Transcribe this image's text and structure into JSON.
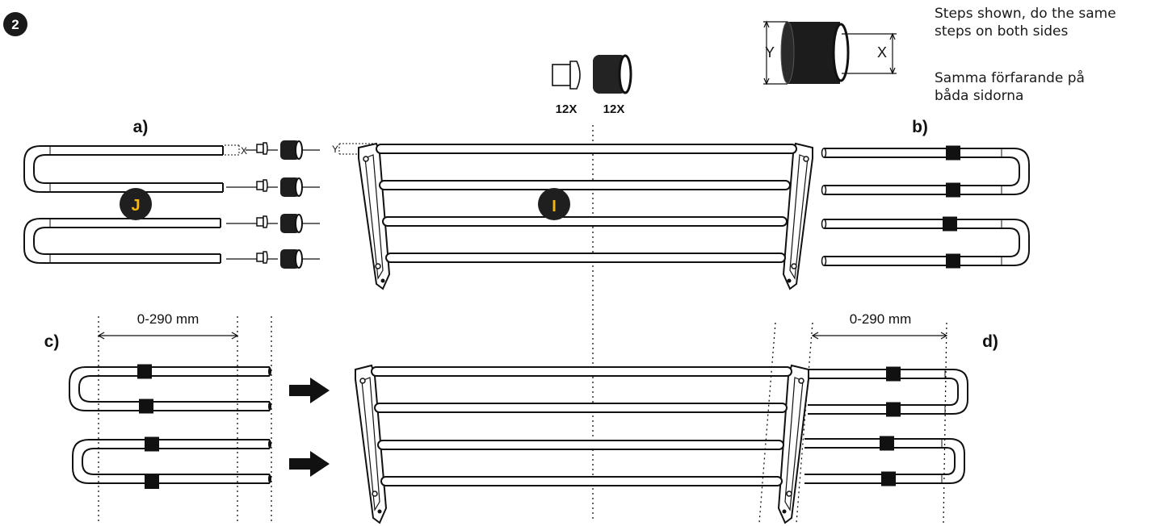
{
  "step": {
    "number": "2"
  },
  "notes": {
    "en_line1": "Steps shown, do the same",
    "en_line2": "steps on both sides",
    "sv_line1": "Samma förfarande på",
    "sv_line2": "båda sidorna"
  },
  "dimension_detail": {
    "y_label": "Y",
    "x_label": "X"
  },
  "parts": {
    "plug_qty": "12X",
    "sleeve_qty": "12X"
  },
  "callouts": {
    "j": "J",
    "i": "I"
  },
  "panels": {
    "a": "a)",
    "b": "b)",
    "c": "c)",
    "d": "d)"
  },
  "small_labels": {
    "x": "X",
    "y": "Y"
  },
  "measurements": {
    "left": "0-290 mm",
    "right": "0-290 mm"
  },
  "colors": {
    "callout_fill": "#1f1f1f",
    "callout_text": "#f5b800",
    "ink": "#111111"
  }
}
